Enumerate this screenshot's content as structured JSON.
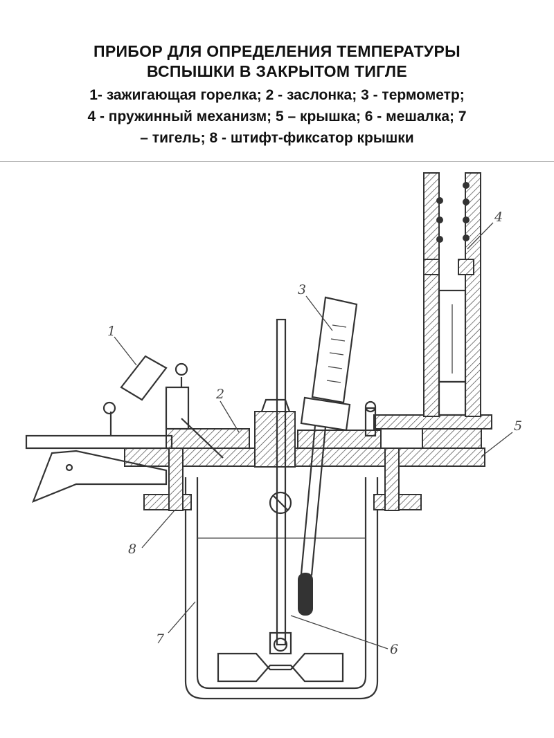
{
  "title": {
    "line1": "ПРИБОР ДЛЯ ОПРЕДЕЛЕНИЯ ТЕМПЕРАТУРЫ",
    "line2": "ВСПЫШКИ В ЗАКРЫТОМ ТИГЛЕ"
  },
  "legend": {
    "line1": "1- зажигающая горелка; 2 - заслонка; 3 - термометр;",
    "line2": "4 - пружинный механизм; 5 – крышка; 6 - мешалка; 7",
    "line3": "– тигель; 8 - штифт-фиксатор крышки"
  },
  "callouts": [
    "1",
    "2",
    "3",
    "4",
    "5",
    "6",
    "7",
    "8"
  ]
}
